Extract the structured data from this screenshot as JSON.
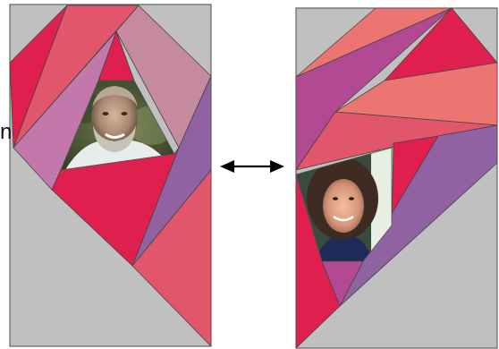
{
  "stray_text": "n",
  "colors": {
    "background": "#ffffff",
    "panel_gray": "#c0c0c0",
    "outline": "#4a4a4a",
    "crimson": "#df1f4e",
    "rose": "#e2566b",
    "salmon": "#ec7572",
    "purple": "#b24a93",
    "orchid": "#c278ab",
    "mauve": "#c58a9f",
    "violet": "#9062a2",
    "arrow": "#000000"
  },
  "icons": {
    "connector": "double-headed-arrow-icon",
    "left_photo": "man-portrait-photo",
    "right_photo": "woman-portrait-photo"
  }
}
